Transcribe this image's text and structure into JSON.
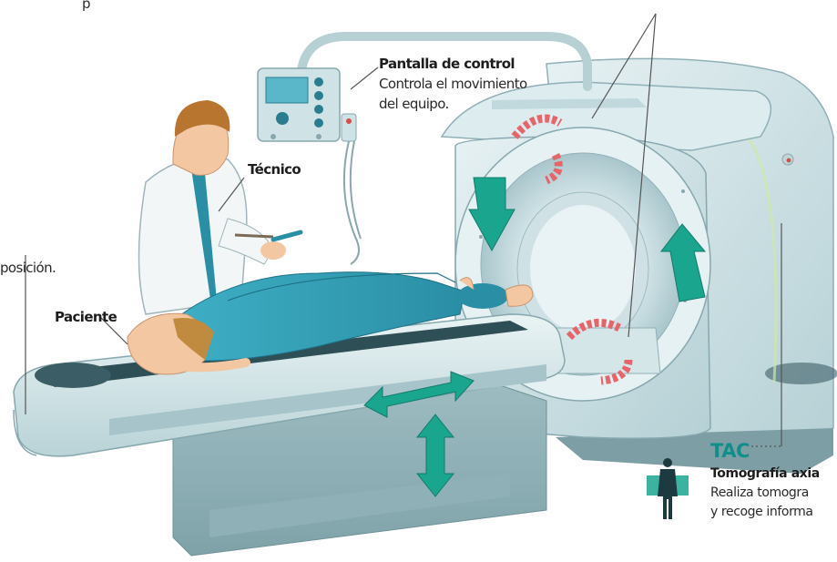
{
  "labels": {
    "top_partial": "p",
    "pantalla_title": "Pantalla de control",
    "pantalla_desc_1": "Controla el movimiento",
    "pantalla_desc_2": "del equipo.",
    "tecnico": "Técnico",
    "left_partial": "posición.",
    "paciente": "Paciente",
    "tac_title": "TAC",
    "tac_subtitle": "Tomografía axia",
    "tac_desc_1": "Realiza tomogra",
    "tac_desc_2": "y recoge informa"
  },
  "colors": {
    "teal_accent": "#0f8f8a",
    "arrow_teal": "#1aa58f",
    "rotation_red": "#e8646b",
    "machine_body": "#cfe3e6",
    "shirt_blue": "#2d9db6"
  }
}
